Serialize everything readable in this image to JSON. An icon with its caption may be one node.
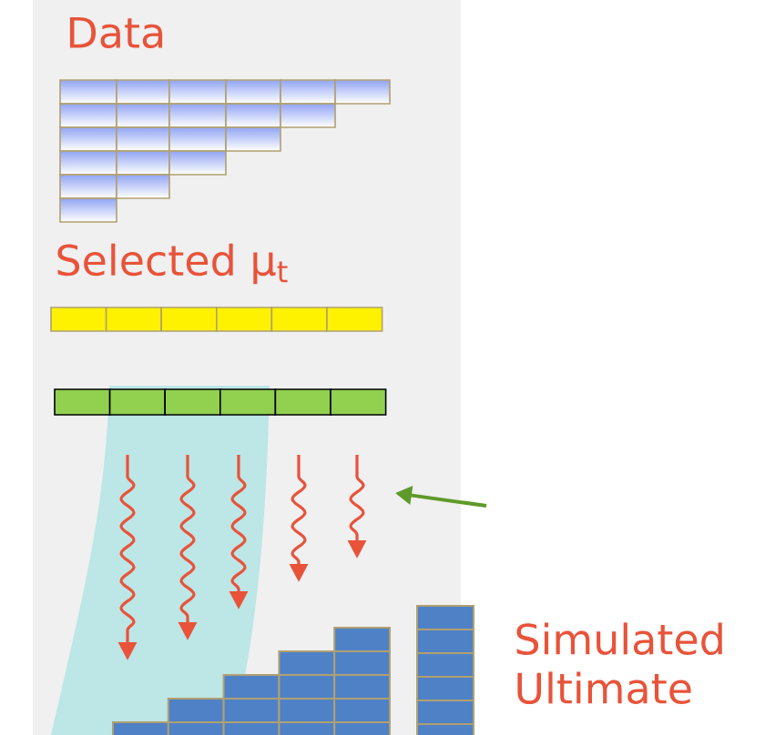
{
  "diagram": {
    "labels": [
      "Data",
      "Selected μ$_{t}$",
      "Simulated Ultimate"
    ]
  }
}
